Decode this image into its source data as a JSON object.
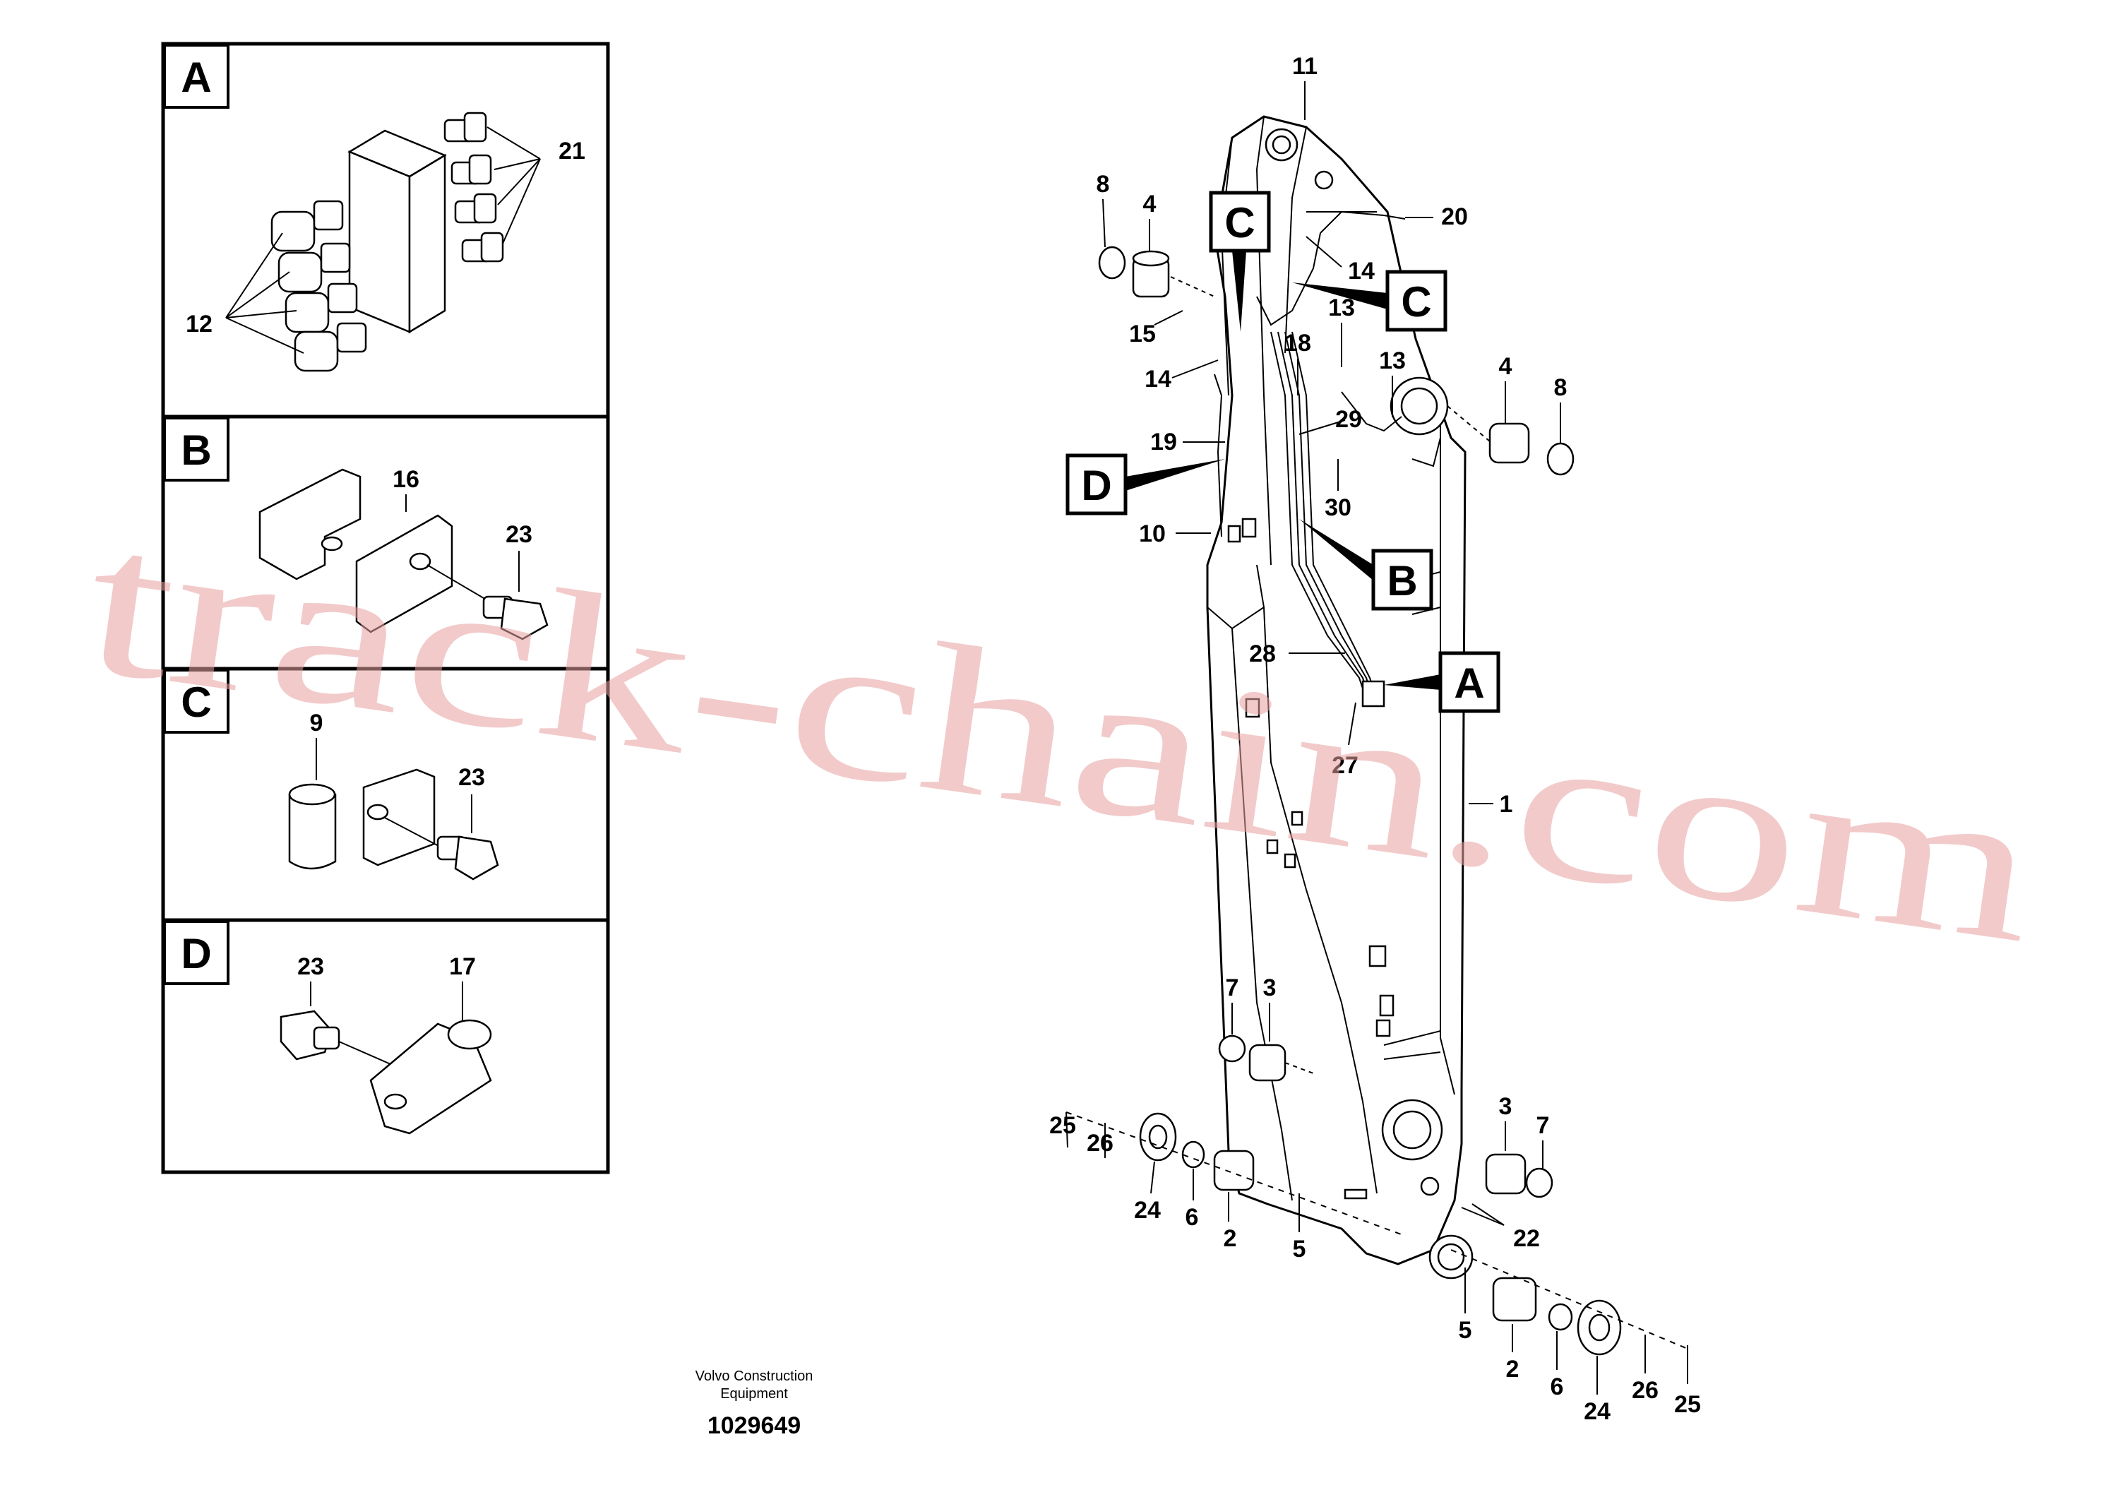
{
  "inset_panels": [
    {
      "letter": "A",
      "callouts": [
        "21",
        "12"
      ]
    },
    {
      "letter": "B",
      "callouts": [
        "16",
        "23"
      ]
    },
    {
      "letter": "C",
      "callouts": [
        "9",
        "23"
      ]
    },
    {
      "letter": "D",
      "callouts": [
        "23",
        "17"
      ]
    }
  ],
  "main_callouts": {
    "c11": "11",
    "c20": "20",
    "c8a": "8",
    "c4a": "4",
    "c14a": "14",
    "c15": "15",
    "c18": "18",
    "c13a": "13",
    "c14b": "14",
    "c13b": "13",
    "c4b": "4",
    "c8b": "8",
    "c19": "19",
    "c29": "29",
    "c30": "30",
    "c10": "10",
    "c28": "28",
    "c27": "27",
    "c1": "1",
    "c7a": "7",
    "c3a": "3",
    "c25a": "25",
    "c26a": "26",
    "c24a": "24",
    "c6a": "6",
    "c2a": "2",
    "c5a": "5",
    "c3b": "3",
    "c7b": "7",
    "c22": "22",
    "c5b": "5",
    "c2b": "2",
    "c6b": "6",
    "c24b": "24",
    "c26b": "26",
    "c25b": "25"
  },
  "section_markers": {
    "m_c1": "C",
    "m_c2": "C",
    "m_d": "D",
    "m_b": "B",
    "m_a": "A"
  },
  "footer": {
    "line1": "Volvo Construction",
    "line2": "Equipment",
    "number": "1029649"
  },
  "watermark": "track-chain.com"
}
